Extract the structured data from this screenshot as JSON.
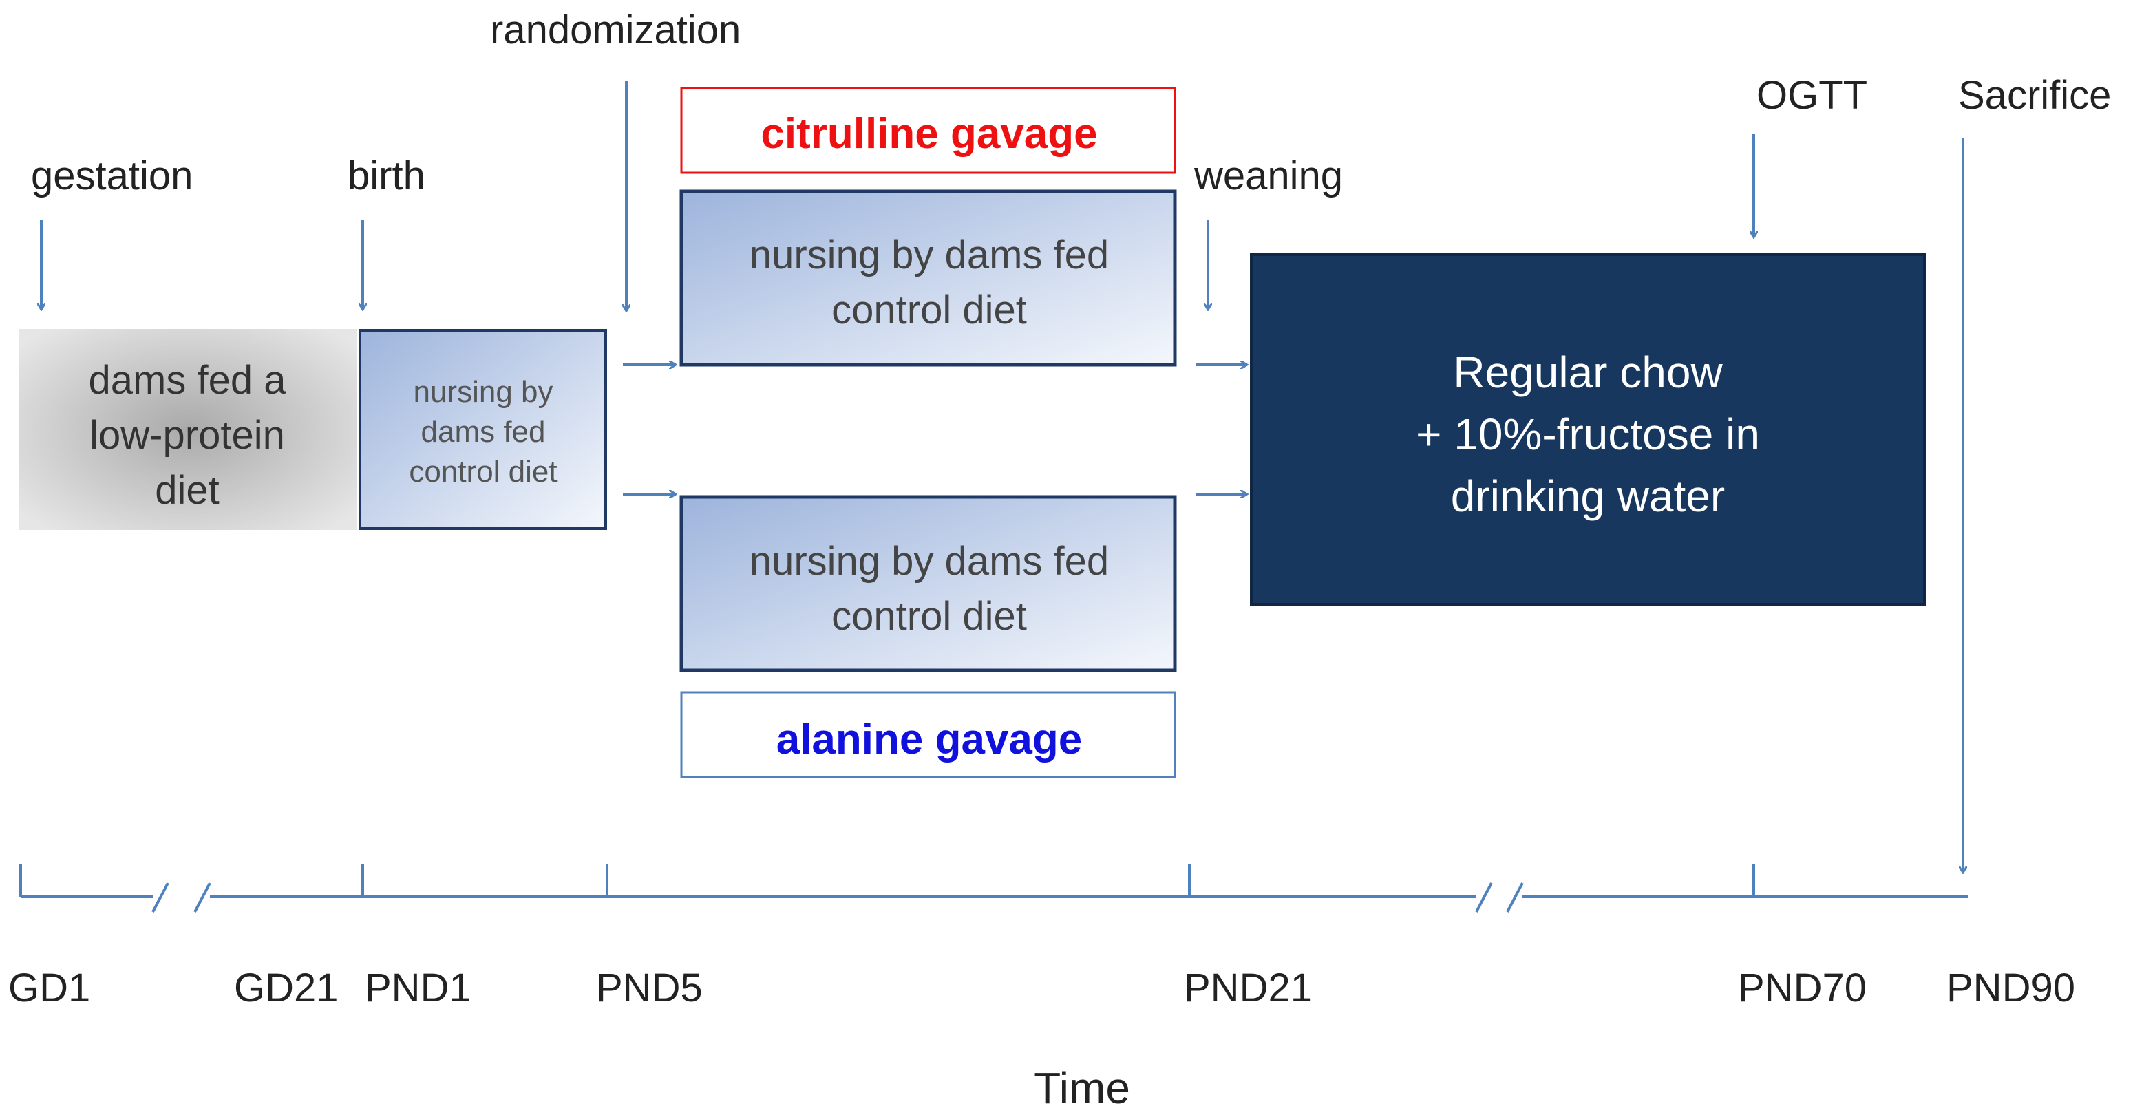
{
  "events": {
    "gestation": "gestation",
    "birth": "birth",
    "randomization": "randomization",
    "weaning": "weaning",
    "ogtt": "OGTT",
    "sacrifice": "Sacrifice"
  },
  "boxes": {
    "low_protein": [
      "dams fed a",
      "low-protein",
      "diet"
    ],
    "nursing_small": [
      "nursing by",
      "dams fed",
      "control diet"
    ],
    "nursing_top": [
      "nursing by dams fed",
      "control diet"
    ],
    "nursing_bottom": [
      "nursing by dams fed",
      "control diet"
    ],
    "citrulline": "citrulline gavage",
    "alanine": "alanine gavage",
    "chow": [
      "Regular chow",
      "+ 10%-fructose in",
      "drinking water"
    ]
  },
  "timeline": {
    "ticks": [
      "GD1",
      "GD21",
      "PND1",
      "PND5",
      "PND21",
      "PND70",
      "PND90"
    ],
    "axis_label": "Time"
  },
  "colors": {
    "arrow": "#4f81bd",
    "citrulline": "#ee1111",
    "alanine": "#1111dd",
    "chow_box": "#17375e",
    "nursing_border": "#1f3864"
  }
}
